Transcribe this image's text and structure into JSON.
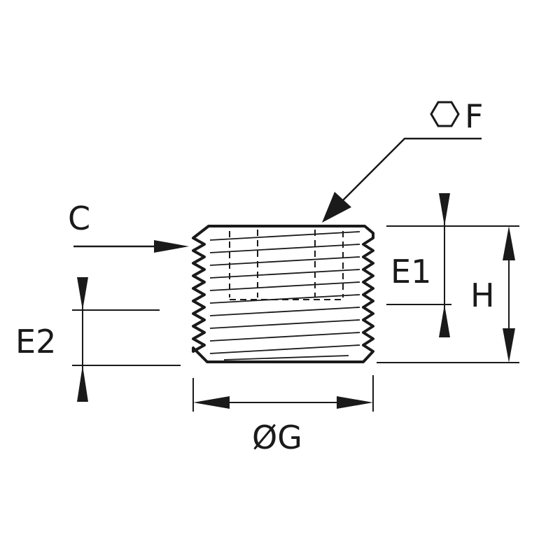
{
  "labels": {
    "c": "C",
    "f": "F",
    "e1": "E1",
    "e2": "E2",
    "h": "H",
    "g": "ØG"
  },
  "icons": {
    "hex": "hexagon-icon"
  },
  "colors": {
    "ink": "#1a1a1a",
    "background": "#ffffff"
  }
}
